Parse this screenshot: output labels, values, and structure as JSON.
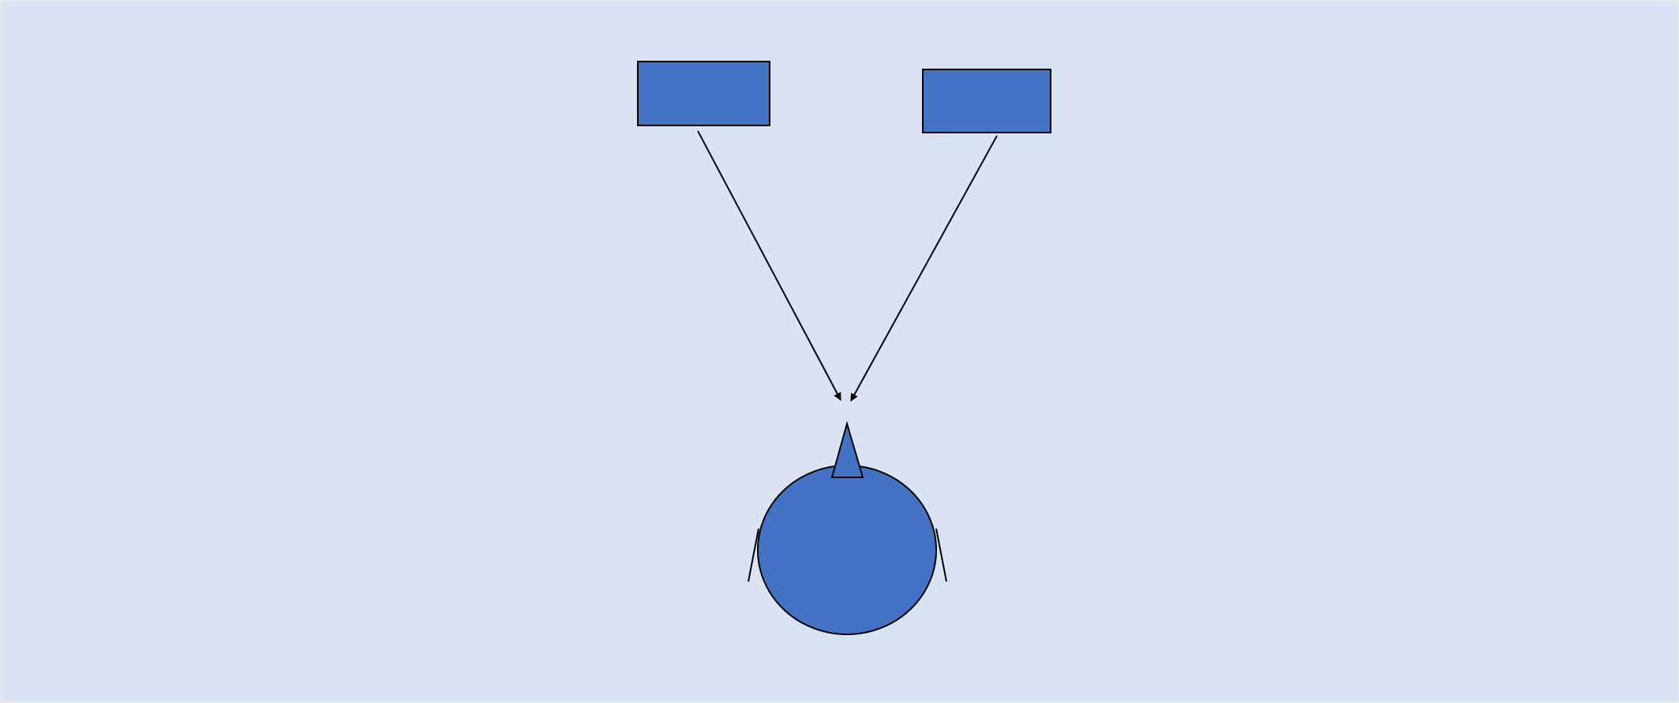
{
  "colors": {
    "background": "#dae3f3",
    "shape_fill": "#4472c4",
    "stroke": "#000000",
    "border": "#e8e8e8"
  },
  "diagram": {
    "nodes": [
      {
        "id": "box-left",
        "shape": "rectangle",
        "label": ""
      },
      {
        "id": "box-right",
        "shape": "rectangle",
        "label": ""
      },
      {
        "id": "head",
        "shape": "circle-with-nose-and-ears",
        "label": ""
      }
    ],
    "edges": [
      {
        "from": "box-left",
        "to": "head",
        "arrow": "end"
      },
      {
        "from": "box-right",
        "to": "head",
        "arrow": "end"
      }
    ]
  }
}
